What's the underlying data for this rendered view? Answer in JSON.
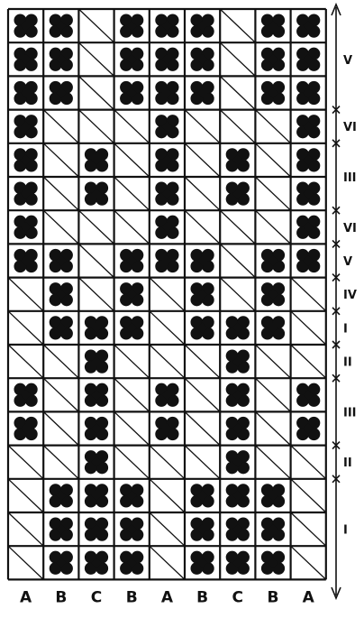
{
  "pattern": {
    "motif_key": {
      "motif": "flower-motif",
      "diagonal": "diagonal-line",
      "blank": "empty-cell"
    },
    "rows": [
      "FFDFFFDFF",
      "FFDFFFDFF",
      "FFDFFFDFF",
      "FDDDFDDDF",
      "FDFDFDFDF",
      "FDFDFDFDF",
      "FDDDFDDDF",
      "FFDFFFDFF",
      "DFDFDFDFD",
      "DFFFDFFFD",
      "DDFDDDFDD",
      "FDFDFDFDF",
      "FDFDFDFDF",
      "DDFDDDFDD",
      "DFFFDFFFD",
      "DFFFDFFFD",
      "DFFFDFFFD"
    ]
  },
  "column_labels": [
    "A",
    "B",
    "C",
    "B",
    "A",
    "B",
    "C",
    "B",
    "A"
  ],
  "sections": [
    {
      "label": "V",
      "rows": [
        0,
        2
      ]
    },
    {
      "label": "VI",
      "rows": [
        3,
        3
      ]
    },
    {
      "label": "III",
      "rows": [
        4,
        5
      ]
    },
    {
      "label": "VI",
      "rows": [
        6,
        6
      ]
    },
    {
      "label": "V",
      "rows": [
        7,
        7
      ]
    },
    {
      "label": "IV",
      "rows": [
        8,
        8
      ]
    },
    {
      "label": "I",
      "rows": [
        9,
        9
      ]
    },
    {
      "label": "II",
      "rows": [
        10,
        10
      ]
    },
    {
      "label": "III",
      "rows": [
        11,
        12
      ]
    },
    {
      "label": "II",
      "rows": [
        13,
        13
      ]
    },
    {
      "label": "I",
      "rows": [
        14,
        16
      ]
    }
  ]
}
